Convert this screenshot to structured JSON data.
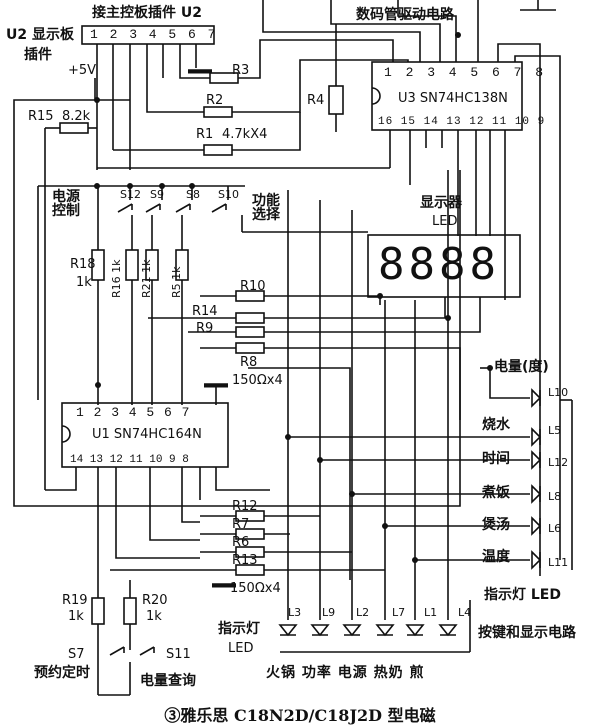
{
  "title_connector": "接主控板插件 U2",
  "u2_label_line1": "U2 显示板",
  "u2_label_line2": "插件",
  "u2_pins": "1 2 3 4 5 6 7",
  "vcc": "+5V",
  "driver_title": "数码管驱动电路",
  "u3_pins_top": "1 2 3 4 5 6 7 8",
  "u3_name": "U3  SN74HC138N",
  "u3_pins_bottom": "16 15 14 13 12 11 10 9",
  "r3": "R3",
  "r2": "R2",
  "r1": "R1",
  "r1_value": "4.7kX4",
  "r4": "R4",
  "r15": "R15",
  "r15_value": "8.2k",
  "power_ctrl": "电源控制",
  "s12": "S12",
  "s9": "S9",
  "s8": "S8",
  "s10": "S10",
  "func_select": "功能选择",
  "display_label": "显示器",
  "display_led": "LED",
  "display_digits": "8888",
  "r18": "R18",
  "r18_value": "1k",
  "r16": "R16 1k",
  "r21": "R21 1k",
  "r5": "R5 1k",
  "r10": "R10",
  "r14": "R14",
  "r9": "R9",
  "r8": "R8",
  "r8_value": "150Ωx4",
  "u1_pins_top": "1 2 3    4    5 6 7",
  "u1_name": "U1  SN74HC164N",
  "u1_pins_bottom": "14 13 12    11    10 9 8",
  "r12": "R12",
  "r7": "R7",
  "r6": "R6",
  "r13": "R13",
  "r13_value": "150Ωx4",
  "r19": "R19",
  "r19_value": "1k",
  "r20": "R20",
  "r20_value": "1k",
  "s7": "S7",
  "s11": "S11",
  "appointment": "预约定时",
  "power_query": "电量查询",
  "indicator_left_1": "指示灯",
  "indicator_left_2": "LED",
  "leds_bottom": [
    "L3",
    "L9",
    "L2",
    "L7",
    "L1",
    "L4"
  ],
  "bottom_funcs": "火锅 功率 电源 热奶 煎",
  "keys_display": "按键和显示电路",
  "right_items": [
    {
      "name": "电量(度)",
      "led": "L10"
    },
    {
      "name": "烧水",
      "led": "L5"
    },
    {
      "name": "时间",
      "led": "L12"
    },
    {
      "name": "煮饭",
      "led": "L8"
    },
    {
      "name": "煲汤",
      "led": "L6"
    },
    {
      "name": "温度",
      "led": "L11"
    }
  ],
  "indicator_right": "指示灯 LED",
  "caption": "③雅乐思 C18N2D/C18J2D 型电磁"
}
